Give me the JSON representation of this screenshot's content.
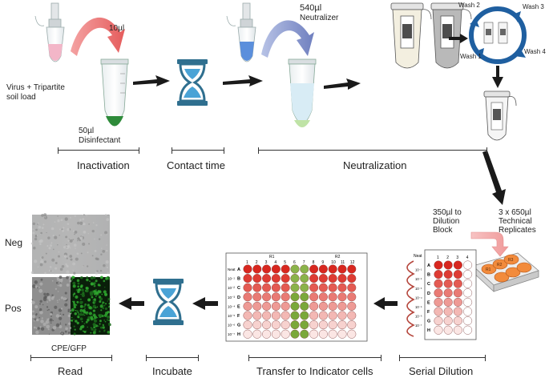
{
  "labels": {
    "virus_soil": "Virus + Tripartite\nsoil load",
    "ten_ul": "10µl",
    "fifty_ul": "50µl",
    "disinfectant": "Disinfectant",
    "neutralizer_vol": "540µl",
    "neutralizer": "Neutralizer",
    "wash1": "Wash 1",
    "wash2": "Wash 2",
    "wash3": "Wash 3",
    "wash4": "Wash 4",
    "dilution_block": "350µl to\nDilution\nBlock",
    "technical_replicates": "3 x 650µl\nTechnical\nReplicates",
    "neg": "Neg",
    "pos": "Pos",
    "cpe_gfp": "CPE/GFP",
    "r1": "R1",
    "r2": "R2",
    "neat": "Neat"
  },
  "stages": {
    "inactivation": "Inactivation",
    "contact_time": "Contact time",
    "neutralization": "Neutralization",
    "read": "Read",
    "incubate": "Incubate",
    "transfer": "Transfer to Indicator cells",
    "serial_dilution": "Serial Dilution"
  },
  "plate96": {
    "columns": [
      "1",
      "2",
      "3",
      "4",
      "5",
      "6",
      "7",
      "8",
      "9",
      "10",
      "11",
      "12"
    ],
    "rows": [
      "A",
      "B",
      "C",
      "D",
      "E",
      "F",
      "G",
      "H"
    ],
    "dilutions": [
      "Neat",
      "10⁻¹",
      "10⁻²",
      "10⁻³",
      "10⁻⁴",
      "10⁻⁵",
      "10⁻⁶",
      "10⁻⁷"
    ]
  },
  "dilution_plate": {
    "columns": [
      "1",
      "2",
      "3",
      "4"
    ],
    "rows": [
      "A",
      "B",
      "C",
      "D",
      "E",
      "F",
      "G",
      "H"
    ],
    "dilutions": [
      "Neat",
      "10⁻¹",
      "10⁻²",
      "10⁻³",
      "10⁻⁴",
      "10⁻⁵",
      "10⁻⁶",
      "10⁻⁷"
    ]
  },
  "replicates": [
    "R1",
    "R2",
    "R3"
  ],
  "colors": {
    "pink_arrow": "#e86a6a",
    "blue_arrow": "#7f8fc6",
    "hourglass": "#2f6f8f",
    "cycle": "#1f5fa0",
    "green_well": "#7aa83a",
    "gfp": "#2fa82f"
  }
}
